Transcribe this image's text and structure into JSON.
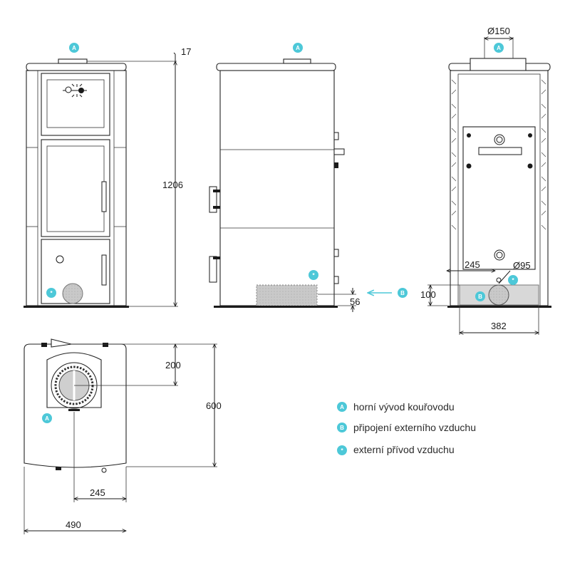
{
  "colors": {
    "accent": "#4dc8d8",
    "line": "#1a1a1a",
    "shade": "#d0d0d0"
  },
  "dimensions": {
    "top_overhang": "17",
    "height": "1206",
    "flue_diameter": "Ø150",
    "rear_inlet_height": "56",
    "rear_offset": "245",
    "air_diameter": "Ø95",
    "air_height": "100",
    "inner_width": "382",
    "plan_depth_flue": "200",
    "plan_depth": "600",
    "plan_offset": "245",
    "plan_width": "490"
  },
  "badges": {
    "a": "A",
    "b": "B",
    "star": "*"
  },
  "legend": [
    {
      "badge": "A",
      "text": "horní vývod kouřovodu"
    },
    {
      "badge": "B",
      "text": "připojení externího vzduchu"
    },
    {
      "badge": "*",
      "text": "externí přívod vzduchu"
    }
  ]
}
